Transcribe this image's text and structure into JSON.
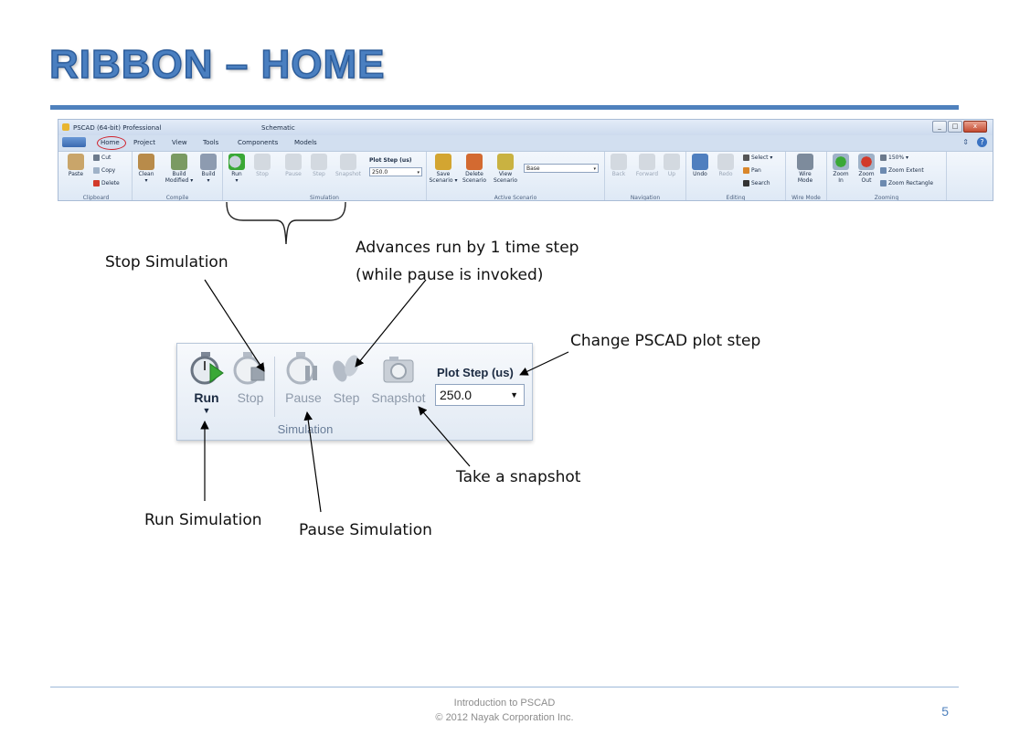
{
  "slide": {
    "title": "RIBBON – HOME",
    "footer_line1": "Introduction to PSCAD",
    "footer_line2": "© 2012 Nayak Corporation Inc.",
    "page_number": "5"
  },
  "ribbon": {
    "window_title": "PSCAD (64-bit) Professional",
    "context_title": "Schematic",
    "window_buttons": [
      "_",
      "□",
      "x"
    ],
    "tabs": [
      "Home",
      "Project",
      "View",
      "Tools",
      "Components",
      "Models"
    ],
    "groups": {
      "clipboard": {
        "label": "Clipboard",
        "paste": "Paste",
        "cut": "Cut",
        "copy": "Copy",
        "delete": "Delete"
      },
      "compile": {
        "label": "Compile",
        "clean": "Clean",
        "build_modified_1": "Build",
        "build_modified_2": "Modified ▾",
        "build": "Build"
      },
      "simulation": {
        "label": "Simulation",
        "run": "Run",
        "stop": "Stop",
        "pause": "Pause",
        "step": "Step",
        "snapshot": "Snapshot",
        "plot_step_label": "Plot Step (us)",
        "plot_step_value": "250.0"
      },
      "active_scenario": {
        "label": "Active Scenario",
        "save_1": "Save",
        "save_2": "Scenario ▾",
        "delete_1": "Delete",
        "delete_2": "Scenario",
        "view_1": "View",
        "view_2": "Scenario",
        "scenario_value": "Base"
      },
      "navigation": {
        "label": "Navigation",
        "back": "Back",
        "forward": "Forward",
        "up": "Up"
      },
      "editing": {
        "label": "Editing",
        "undo": "Undo",
        "redo": "Redo",
        "select": "Select ▾",
        "pan": "Pan",
        "search": "Search"
      },
      "wire_mode": {
        "label": "Wire Mode",
        "wire_1": "Wire",
        "wire_2": "Mode"
      },
      "zooming": {
        "label": "Zooming",
        "zoom_in_1": "Zoom",
        "zoom_in_2": "In",
        "zoom_out_1": "Zoom",
        "zoom_out_2": "Out",
        "zoom_level": "150% ▾",
        "zoom_extent": "Zoom Extent",
        "zoom_rectangle": "Zoom Rectangle"
      }
    }
  },
  "zoom_panel": {
    "run": "Run",
    "stop": "Stop",
    "pause": "Pause",
    "step": "Step",
    "snapshot": "Snapshot",
    "plot_step_label": "Plot Step (us)",
    "plot_step_value": "250.0",
    "group_label": "Simulation"
  },
  "callouts": {
    "stop": "Stop Simulation",
    "step_line1": "Advances run by 1 time step",
    "step_line2": "(while pause is invoked)",
    "plot_step": "Change PSCAD plot step",
    "snapshot": "Take a snapshot",
    "run": "Run Simulation",
    "pause": "Pause Simulation"
  },
  "colors": {
    "title_blue": "#4a7fc0",
    "rule_blue": "#4f81bd",
    "highlight_red": "#d0202b",
    "run_green": "#3aa836"
  }
}
